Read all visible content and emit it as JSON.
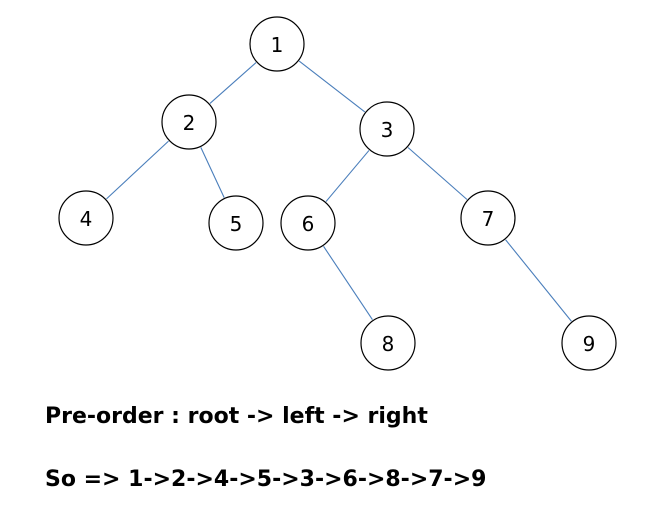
{
  "colors": {
    "edge": "#4a7ebb",
    "node_stroke": "#000000",
    "node_fill": "#ffffff",
    "text": "#000000"
  },
  "tree": {
    "nodes": [
      {
        "id": "1",
        "label": "1"
      },
      {
        "id": "2",
        "label": "2"
      },
      {
        "id": "3",
        "label": "3"
      },
      {
        "id": "4",
        "label": "4"
      },
      {
        "id": "5",
        "label": "5"
      },
      {
        "id": "6",
        "label": "6"
      },
      {
        "id": "7",
        "label": "7"
      },
      {
        "id": "8",
        "label": "8"
      },
      {
        "id": "9",
        "label": "9"
      }
    ],
    "edges": [
      {
        "from": "1",
        "to": "2"
      },
      {
        "from": "1",
        "to": "3"
      },
      {
        "from": "2",
        "to": "4"
      },
      {
        "from": "2",
        "to": "5"
      },
      {
        "from": "3",
        "to": "6"
      },
      {
        "from": "3",
        "to": "7"
      },
      {
        "from": "6",
        "to": "8"
      },
      {
        "from": "7",
        "to": "9"
      }
    ]
  },
  "captions": {
    "preorder": "Pre-order : root -> left -> right",
    "sequence": "So => 1->2->4->5->3->6->8->7->9"
  }
}
